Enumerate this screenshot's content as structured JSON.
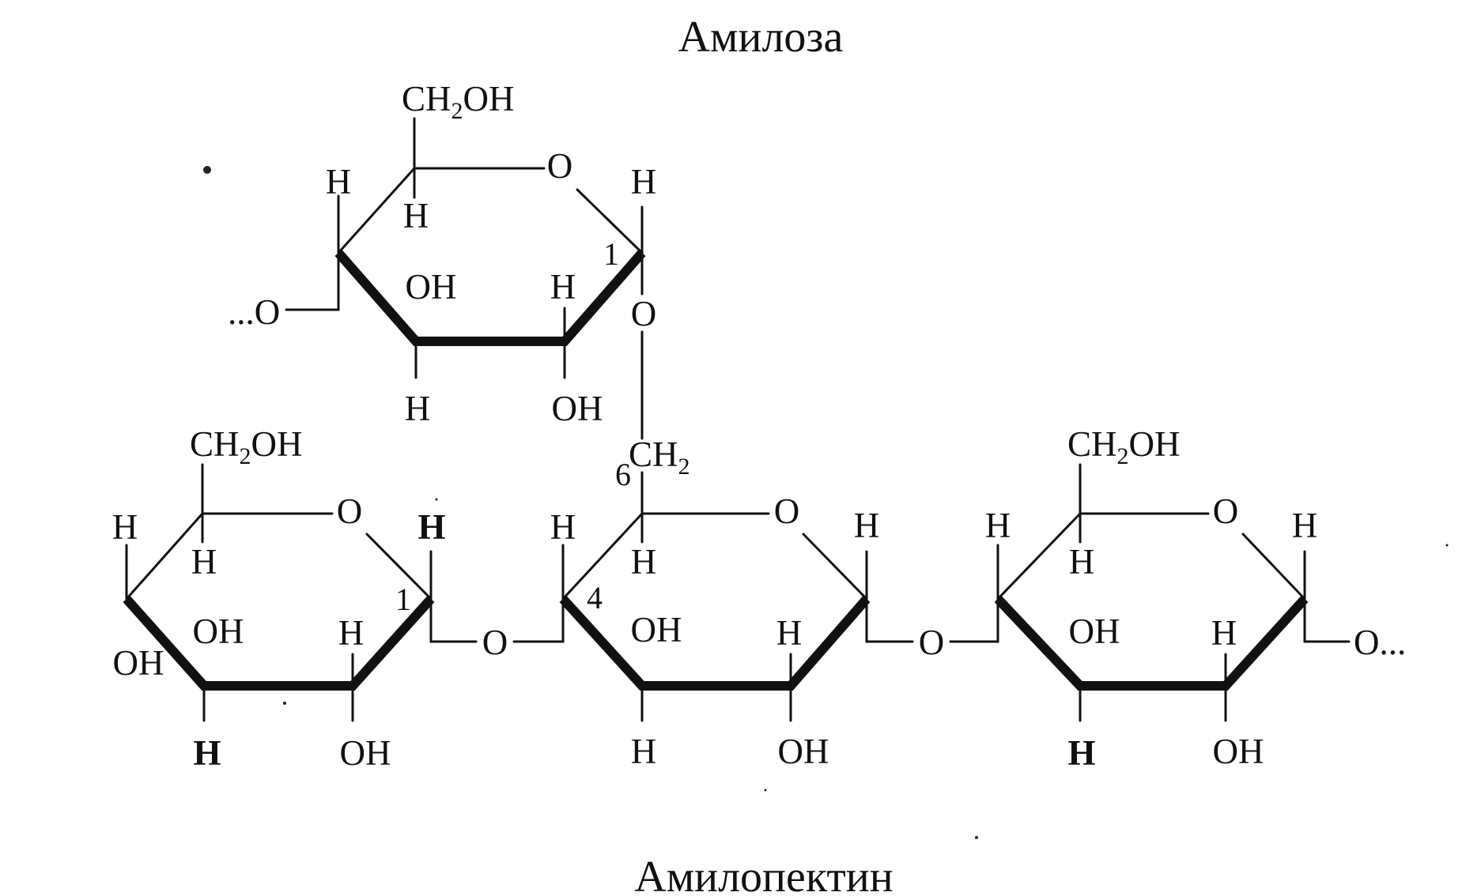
{
  "titles": {
    "top": "Амилоза",
    "bottom": "Амилопектин"
  },
  "atoms": {
    "ch2oh_prefix": "CH",
    "ch2oh_sub": "2",
    "ch2oh_suffix": "OH",
    "ch2_prefix": "CH",
    "ch2_sub": "2",
    "ring_oxygen": "O",
    "hydrogen": "H",
    "hydroxyl": "OH",
    "bridge_oxygen": "O",
    "chain_start": "...O",
    "chain_end": "O..."
  },
  "carbon_numbers": {
    "c1": "1",
    "c4": "4",
    "c6": "6"
  }
}
